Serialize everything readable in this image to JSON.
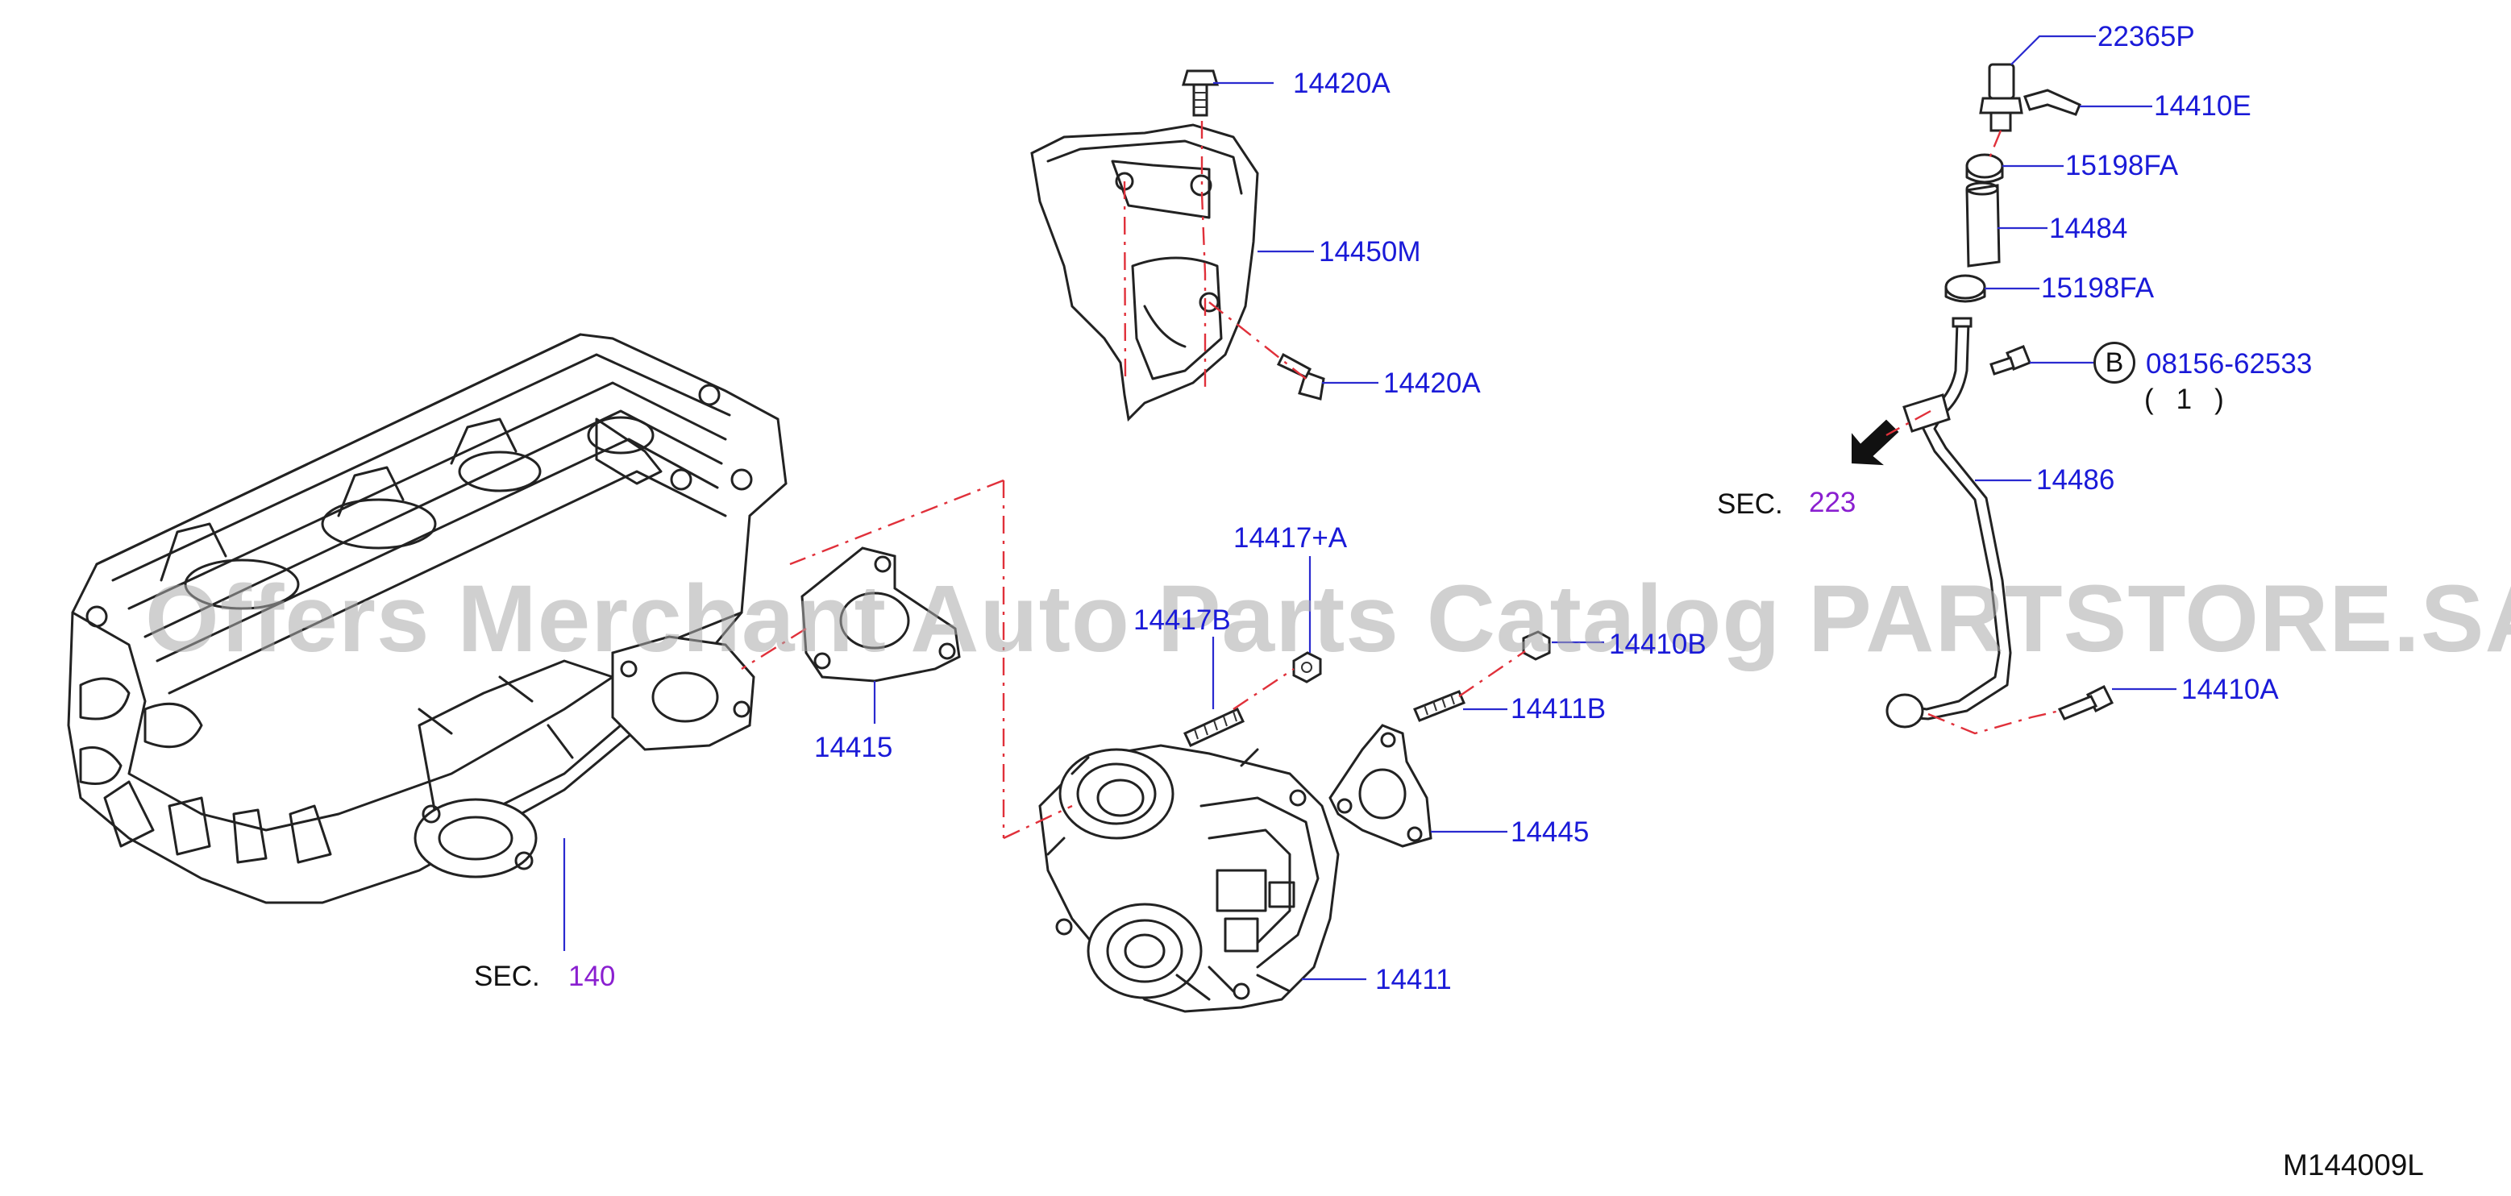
{
  "parts": {
    "p22365P": "22365P",
    "p14410E": "14410E",
    "p15198FA_top": "15198FA",
    "p14484": "14484",
    "p15198FA_bottom": "15198FA",
    "p08156": "08156-62533",
    "p08156_qty": "(1)",
    "p08156_badge": "B",
    "p14486": "14486",
    "p14420A_top": "14420A",
    "p14450M": "14450M",
    "p14420A_mid": "14420A",
    "p14417A": "14417+A",
    "p14417B": "14417B",
    "p14410B": "14410B",
    "p14411B": "14411B",
    "p14415": "14415",
    "p14445": "14445",
    "p14411": "14411",
    "p14410A": "14410A"
  },
  "sections": {
    "sec140_prefix": "SEC.",
    "sec140_number": "140",
    "sec223_prefix": "SEC.",
    "sec223_number": "223"
  },
  "diagram_code": "M144009L",
  "watermark": "Offers Merchant Auto Parts Catalog PARTSTORE.SA",
  "colors": {
    "part_number": "#1a1ad8",
    "section_number": "#8a1fd0",
    "centerline": "#e0303a"
  }
}
